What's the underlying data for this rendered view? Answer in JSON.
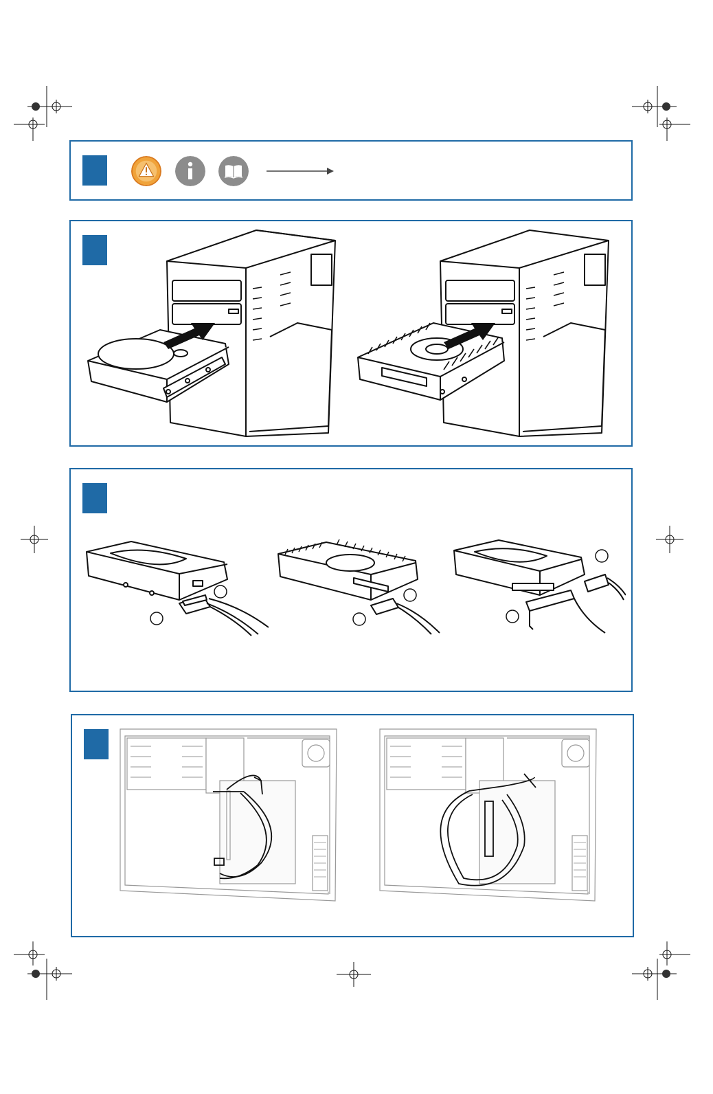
{
  "page": {
    "background": "#ffffff",
    "frame_color": "#1f6aa6",
    "line_color": "#222222"
  },
  "panel1": {
    "icons": [
      "warning-icon",
      "info-icon",
      "manual-book-icon"
    ],
    "warning_color": "#f0a33a",
    "icon_gray": "#8c8c8c"
  },
  "panel2": {
    "illustrations": [
      "insert-bare-drive-into-tower",
      "insert-heatsink-drive-into-tower"
    ]
  },
  "panel3": {
    "illustrations": [
      "sata-drive-cable-connections",
      "heatsink-sata-drive-cable-connections",
      "ide-drive-cable-connections"
    ]
  },
  "panel4": {
    "illustrations": [
      "sata-cable-routing-in-case",
      "ide-ribbon-cable-routing-in-case"
    ]
  }
}
